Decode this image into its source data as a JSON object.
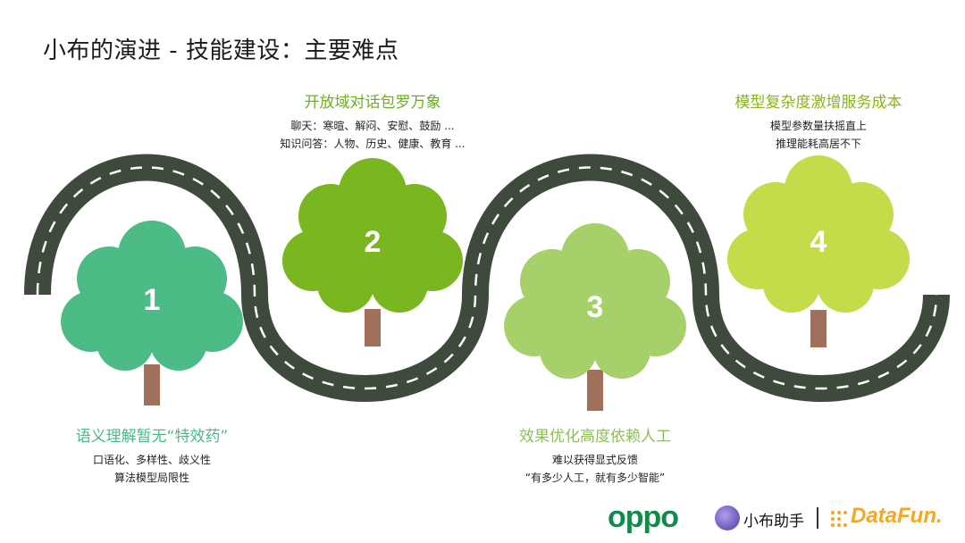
{
  "title": "小布的演进 - 技能建设：主要难点",
  "colors": {
    "road": "#3d4a3c",
    "road_dash": "#ffffff",
    "trunk": "#a0705a",
    "tree1": "#4cbb86",
    "tree2": "#7ab61f",
    "tree3": "#a6d06a",
    "tree4": "#c3dc4a",
    "oppo_green": "#128a4a",
    "datafun_orange": "#f5a623"
  },
  "trees": [
    {
      "number": "1"
    },
    {
      "number": "2"
    },
    {
      "number": "3"
    },
    {
      "number": "4"
    }
  ],
  "blocks": [
    {
      "heading": "语义理解暂无“特效药”",
      "lines": [
        "口语化、多样性、歧义性",
        "算法模型局限性"
      ]
    },
    {
      "heading": "开放域对话包罗万象",
      "lines": [
        "聊天：寒暄、解闷、安慰、鼓励 ...",
        "知识问答：人物、历史、健康、教育 ..."
      ]
    },
    {
      "heading": "效果优化高度依赖人工",
      "lines": [
        "难以获得显式反馈",
        "“有多少人工，就有多少智能”"
      ]
    },
    {
      "heading": "模型复杂度激增服务成本",
      "lines": [
        "模型参数量扶摇直上",
        "推理能耗高居不下"
      ]
    }
  ],
  "footer": {
    "oppo_logo": "oppo",
    "assistant_icon": "xiaobu-assistant-icon",
    "assistant_label": "小布助手",
    "separator": "|",
    "datafun_icon": "datafun-dots-icon",
    "datafun_label": "DataFun."
  }
}
